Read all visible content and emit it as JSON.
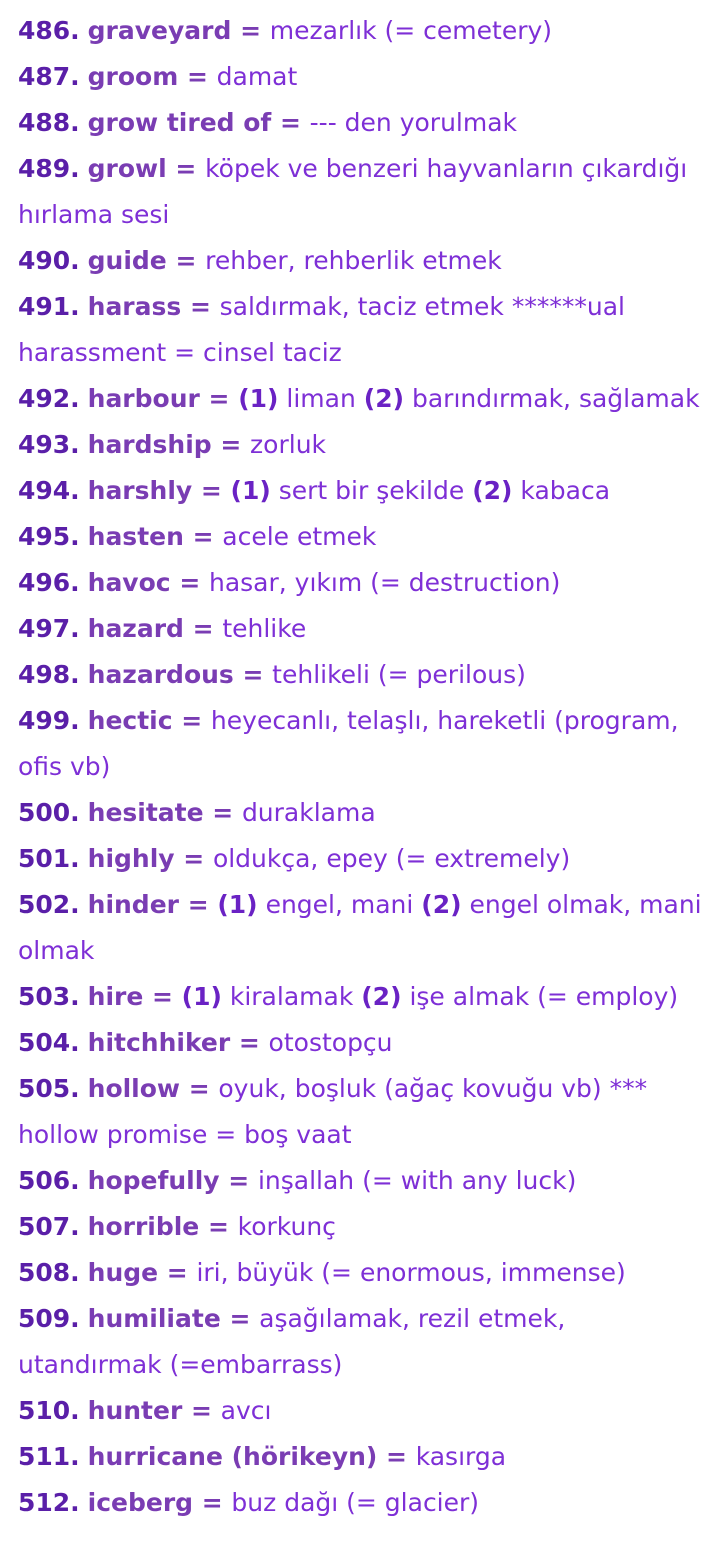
{
  "colors": {
    "number": "#5a1fa8",
    "term": "#7a3db3",
    "meaning": "#7e2fd6",
    "background": "#ffffff"
  },
  "entries": [
    {
      "num": "486.",
      "term": "graveyard",
      "parts": [
        "mezarlık (= cemetery)"
      ]
    },
    {
      "num": "487.",
      "term": "groom",
      "parts": [
        "damat"
      ]
    },
    {
      "num": "488.",
      "term": "grow tired of",
      "parts": [
        "--- den yorulmak"
      ]
    },
    {
      "num": "489.",
      "term": "growl",
      "parts": [
        "köpek ve benzeri hayvanların çıkardığı hırlama sesi"
      ]
    },
    {
      "num": "490.",
      "term": "guide",
      "parts": [
        "rehber, rehberlik etmek"
      ]
    },
    {
      "num": "491.",
      "term": "harass",
      "parts": [
        "saldırmak, taciz etmek ******ual harassment = cinsel taciz"
      ]
    },
    {
      "num": "492.",
      "term": "harbour",
      "parts": [
        "(1)",
        "liman",
        "(2)",
        "barındırmak, sağlamak"
      ]
    },
    {
      "num": "493.",
      "term": "hardship",
      "parts": [
        "zorluk"
      ]
    },
    {
      "num": "494.",
      "term": "harshly",
      "parts": [
        "(1)",
        "sert bir şekilde",
        "(2)",
        "kabaca"
      ]
    },
    {
      "num": "495.",
      "term": "hasten",
      "parts": [
        "acele etmek"
      ]
    },
    {
      "num": "496.",
      "term": "havoc",
      "parts": [
        "hasar, yıkım (= destruction)"
      ]
    },
    {
      "num": "497.",
      "term": "hazard",
      "parts": [
        "tehlike"
      ]
    },
    {
      "num": "498.",
      "term": "hazardous",
      "parts": [
        "tehlikeli (= perilous)"
      ]
    },
    {
      "num": "499.",
      "term": "hectic",
      "parts": [
        "heyecanlı, telaşlı, hareketli (program, ofis vb)"
      ]
    },
    {
      "num": "500.",
      "term": "hesitate",
      "parts": [
        "duraklama"
      ]
    },
    {
      "num": "501.",
      "term": "highly",
      "parts": [
        "oldukça, epey (= extremely)"
      ]
    },
    {
      "num": "502.",
      "term": "hinder",
      "parts": [
        "(1)",
        "engel, mani",
        "(2)",
        "engel olmak, mani olmak"
      ]
    },
    {
      "num": "503.",
      "term": "hire",
      "parts": [
        "(1)",
        "kiralamak",
        "(2)",
        "işe almak (= employ)"
      ]
    },
    {
      "num": "504.",
      "term": "hitchhiker",
      "parts": [
        "otostopçu"
      ]
    },
    {
      "num": "505.",
      "term": "hollow",
      "parts": [
        "oyuk, boşluk (ağaç kovuğu vb) *** hollow promise = boş vaat"
      ]
    },
    {
      "num": "506.",
      "term": "hopefully",
      "parts": [
        "inşallah (= with any luck)"
      ]
    },
    {
      "num": "507.",
      "term": "horrible",
      "parts": [
        "korkunç"
      ]
    },
    {
      "num": "508.",
      "term": "huge",
      "parts": [
        "iri, büyük (= enormous, immense)"
      ]
    },
    {
      "num": "509.",
      "term": "humiliate",
      "parts": [
        "aşağılamak, rezil etmek, utandırmak (=embarrass)"
      ]
    },
    {
      "num": "510.",
      "term": "hunter",
      "parts": [
        "avcı"
      ]
    },
    {
      "num": "511.",
      "term": "hurricane (hörikeyn)",
      "parts": [
        "kasırga"
      ]
    },
    {
      "num": "512.",
      "term": "iceberg",
      "parts": [
        "buz dağı (= glacier)"
      ]
    }
  ]
}
